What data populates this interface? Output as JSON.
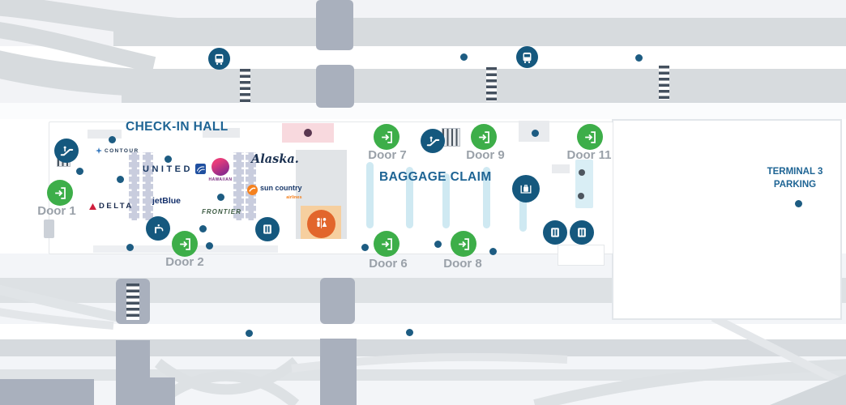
{
  "title": "Airport terminal level map",
  "headings": {
    "checkin_hall": "CHECK-IN HALL",
    "baggage_claim": "BAGGAGE CLAIM",
    "terminal_parking_line1": "TERMINAL 3",
    "terminal_parking_line2": "PARKING"
  },
  "doors": [
    {
      "label": "Door 1"
    },
    {
      "label": "Door 2"
    },
    {
      "label": "Door 6"
    },
    {
      "label": "Door 7"
    },
    {
      "label": "Door 8"
    },
    {
      "label": "Door 9"
    },
    {
      "label": "Door 11"
    }
  ],
  "airlines": {
    "contour": {
      "label": "CONTOUR"
    },
    "united": {
      "label": "UNITED"
    },
    "delta": {
      "label": "DELTA"
    },
    "jetblue": {
      "label": "jetBlue"
    },
    "hawaiian": {
      "label": "HAWAIIAN"
    },
    "frontier": {
      "label": "FRONTIER"
    },
    "alaska": {
      "label": "Alaska."
    },
    "sun_country": {
      "label": "sun country",
      "sublabel": "airlines"
    }
  },
  "icons": {
    "bus": "bus-stop",
    "escalator": "escalator",
    "stairs": "stairs",
    "door_entry": "door-entrance",
    "elevator": "elevator",
    "restroom": "restroom",
    "water_fountain": "water-fountain",
    "baggage_carousel": "baggage-carousel"
  },
  "colors": {
    "door_green": "#3dae49",
    "marker_blue": "#15587e",
    "heading_blue": "#1e6494",
    "door_label_gray": "#9aa1a9",
    "road_gray": "#d7dbde",
    "median_gray": "#a9b0bd",
    "carousel_light_blue": "#cfe9f2",
    "restroom_orange": "#e2662c",
    "restroom_area_orange": "#f6cf9f",
    "pink_area": "#f8d9de",
    "checkin_counter": "#c9cdde"
  }
}
